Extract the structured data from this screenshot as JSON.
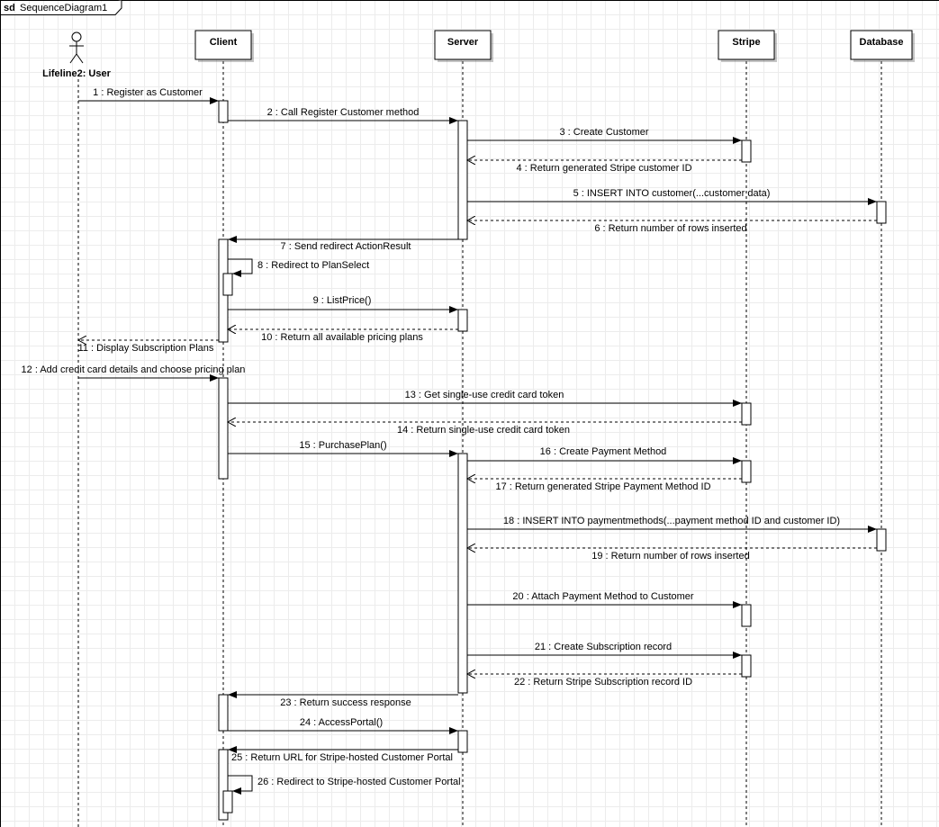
{
  "frame": {
    "prefix": "sd",
    "name": "SequenceDiagram1"
  },
  "lifelines": [
    {
      "id": "user",
      "label": "Lifeline2: User",
      "kind": "actor"
    },
    {
      "id": "client",
      "label": "Client",
      "kind": "object"
    },
    {
      "id": "server",
      "label": "Server",
      "kind": "object"
    },
    {
      "id": "stripe",
      "label": "Stripe",
      "kind": "object"
    },
    {
      "id": "database",
      "label": "Database",
      "kind": "object"
    }
  ],
  "messages": [
    {
      "n": 1,
      "text": "1 : Register as Customer",
      "from": "user",
      "to": "client",
      "kind": "call"
    },
    {
      "n": 2,
      "text": "2 : Call Register Customer method",
      "from": "client",
      "to": "server",
      "kind": "call"
    },
    {
      "n": 3,
      "text": "3 : Create Customer",
      "from": "server",
      "to": "stripe",
      "kind": "call"
    },
    {
      "n": 4,
      "text": "4 : Return generated Stripe customer ID",
      "from": "stripe",
      "to": "server",
      "kind": "return"
    },
    {
      "n": 5,
      "text": "5 : INSERT INTO customer(...customer data)",
      "from": "server",
      "to": "database",
      "kind": "call"
    },
    {
      "n": 6,
      "text": "6 : Return number of rows inserted",
      "from": "database",
      "to": "server",
      "kind": "return"
    },
    {
      "n": 7,
      "text": "7 : Send redirect ActionResult",
      "from": "server",
      "to": "client",
      "kind": "call"
    },
    {
      "n": 8,
      "text": "8 : Redirect to PlanSelect",
      "from": "client",
      "to": "client",
      "kind": "self"
    },
    {
      "n": 9,
      "text": "9 : ListPrice()",
      "from": "client",
      "to": "server",
      "kind": "call"
    },
    {
      "n": 10,
      "text": "10 : Return all available pricing plans",
      "from": "server",
      "to": "client",
      "kind": "return"
    },
    {
      "n": 11,
      "text": "11 : Display Subscription Plans",
      "from": "client",
      "to": "user",
      "kind": "return"
    },
    {
      "n": 12,
      "text": "12 : Add credit card details and choose pricing plan",
      "from": "user",
      "to": "client",
      "kind": "call"
    },
    {
      "n": 13,
      "text": "13 : Get single-use credit card token",
      "from": "client",
      "to": "stripe",
      "kind": "call"
    },
    {
      "n": 14,
      "text": "14 : Return single-use credit card token",
      "from": "stripe",
      "to": "client",
      "kind": "return"
    },
    {
      "n": 15,
      "text": "15 : PurchasePlan()",
      "from": "client",
      "to": "server",
      "kind": "call"
    },
    {
      "n": 16,
      "text": "16 : Create Payment Method",
      "from": "server",
      "to": "stripe",
      "kind": "call"
    },
    {
      "n": 17,
      "text": "17 : Return generated Stripe Payment Method ID",
      "from": "stripe",
      "to": "server",
      "kind": "return"
    },
    {
      "n": 18,
      "text": "18 : INSERT INTO paymentmethods(...payment method ID and customer ID)",
      "from": "server",
      "to": "database",
      "kind": "call"
    },
    {
      "n": 19,
      "text": "19 : Return number of rows inserted",
      "from": "database",
      "to": "server",
      "kind": "return"
    },
    {
      "n": 20,
      "text": "20 : Attach Payment Method to Customer",
      "from": "server",
      "to": "stripe",
      "kind": "call"
    },
    {
      "n": 21,
      "text": "21 : Create Subscription record",
      "from": "server",
      "to": "stripe",
      "kind": "call"
    },
    {
      "n": 22,
      "text": "22 : Return Stripe Subscription record ID",
      "from": "stripe",
      "to": "server",
      "kind": "return"
    },
    {
      "n": 23,
      "text": "23 : Return success response",
      "from": "server",
      "to": "client",
      "kind": "call"
    },
    {
      "n": 24,
      "text": "24 : AccessPortal()",
      "from": "client",
      "to": "server",
      "kind": "call"
    },
    {
      "n": 25,
      "text": "25 : Return URL for Stripe-hosted Customer Portal",
      "from": "server",
      "to": "client",
      "kind": "call"
    },
    {
      "n": 26,
      "text": "26 : Redirect to Stripe-hosted Customer Portal",
      "from": "client",
      "to": "client",
      "kind": "self"
    }
  ]
}
